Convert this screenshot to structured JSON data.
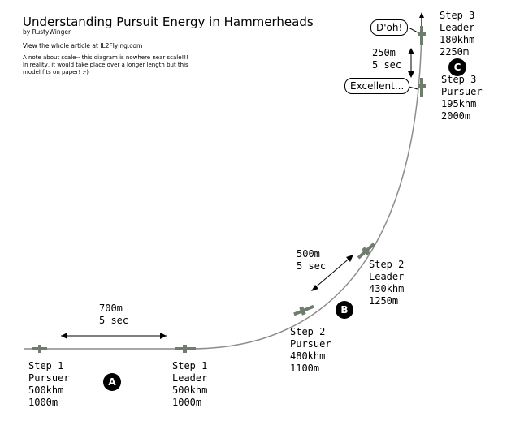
{
  "header": {
    "title": "Understanding Pursuit Energy in Hammerheads",
    "byline": "by RustyWinger",
    "link_line": "View the whole article at IL2Flying.com",
    "note": "A note about scale-- this diagram is nowhere near scale!!!\nIn reality, it would take place over a longer length but this\nmodel fits on paper! :-)"
  },
  "steps": {
    "step1_pursuer": "Step 1\nPursuer\n500khm\n1000m",
    "step1_leader": "Step 1\nLeader\n500khm\n1000m",
    "step2_pursuer": "Step 2\nPursuer\n480khm\n1100m",
    "step2_leader": "Step 2\nLeader\n430khm\n1250m",
    "step3_leader": "Step 3\nLeader\n180khm\n2250m",
    "step3_pursuer": "Step 3\nPursuer\n195khm\n2000m"
  },
  "distances": {
    "d1": "700m\n5 sec",
    "d2": "500m\n5 sec",
    "d3": "250m\n5 sec"
  },
  "badges": {
    "a": "A",
    "b": "B",
    "c": "C"
  },
  "bubbles": {
    "leader": "D'oh!",
    "pursuer": "Excellent..."
  },
  "colors": {
    "line": "#8c8c8c",
    "plane": "#6e7d6e",
    "ink": "#000000"
  }
}
